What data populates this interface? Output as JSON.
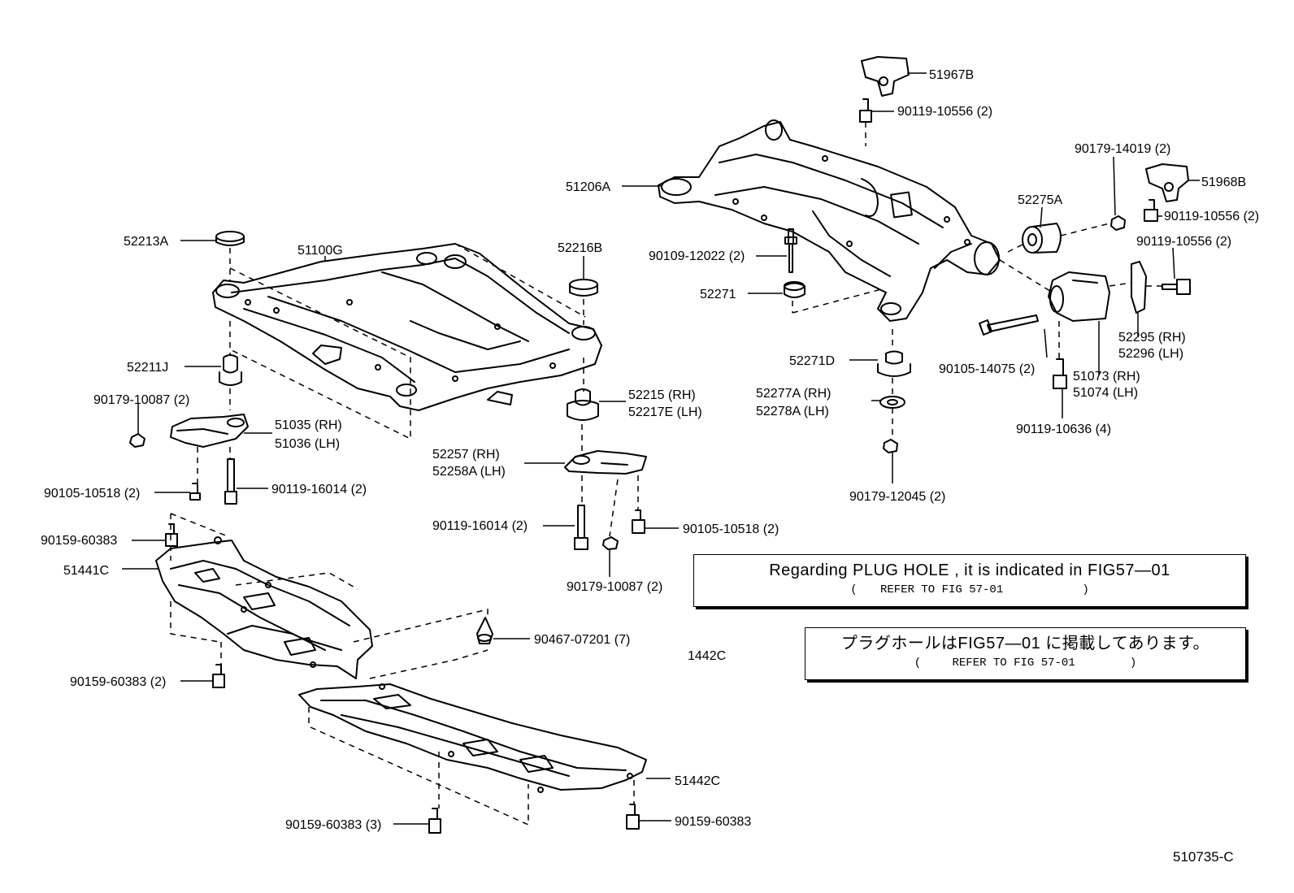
{
  "title_code": "510735-C",
  "labels": {
    "51967B": "51967B",
    "90119_10556_2_a": "90119-10556 (2)",
    "90179_14019": "90179-14019 (2)",
    "51968B": "51968B",
    "51206A": "51206A",
    "52275A": "52275A",
    "90119_10556_2_b": "90119-10556 (2)",
    "90119_10556_2_c": "90119-10556 (2)",
    "52213A": "52213A",
    "51100G": "51100G",
    "52216B": "52216B",
    "90109_12022": "90109-12022 (2)",
    "52271": "52271",
    "52295": "52295 (RH)",
    "52296": "52296 (LH)",
    "52211J": "52211J",
    "52271D": "52271D",
    "90105_14075": "90105-14075 (2)",
    "51073": "51073 (RH)",
    "51074": "51074 (LH)",
    "52277A": "52277A (RH)",
    "52278A": "52278A (LH)",
    "90179_10087_a": "90179-10087 (2)",
    "52215": "52215   (RH)",
    "52217E": "52217E (LH)",
    "90119_10636": "90119-10636 (4)",
    "51035": "51035 (RH)",
    "51036": "51036 (LH)",
    "52257": "52257   (RH)",
    "52258A": "52258A (LH)",
    "90105_10518_a": "90105-10518 (2)",
    "90119_16014_a": "90119-16014 (2)",
    "90179_12045": "90179-12045 (2)",
    "90159_60383_a": "90159-60383",
    "90119_16014_b": "90119-16014 (2)",
    "90105_10518_b": "90105-10518 (2)",
    "51441C": "51441C",
    "90179_10087_b": "90179-10087 (2)",
    "90467_07201": "90467-07201 (7)",
    "1442C": "1442C",
    "90159_60383_2": "90159-60383 (2)",
    "51442C": "51442C",
    "90159_60383_3": "90159-60383 (3)",
    "90159_60383_b": "90159-60383"
  },
  "notes": {
    "en": {
      "line1": "Regarding  PLUG HOLE , it is  indicated  in  FIG57—01",
      "open": "(",
      "ref": "REFER TO FIG 57-01",
      "close": ")"
    },
    "jp": {
      "line1": "プラグホールはFIG57—01 に掲載してあります。",
      "open": "(",
      "ref": "REFER TO FIG 57-01",
      "close": ")"
    }
  }
}
